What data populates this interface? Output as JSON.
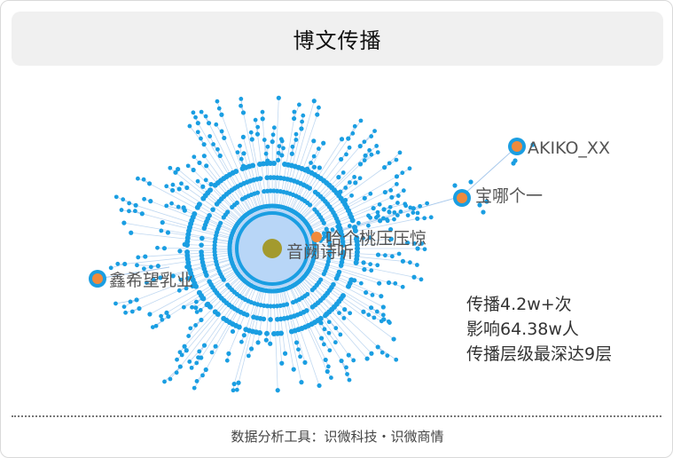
{
  "header": {
    "title": "博文传播"
  },
  "nodes": [
    {
      "id": "center",
      "label": "音阙诗听",
      "role": "origin"
    },
    {
      "id": "mid",
      "label": "哈个桃压压惊",
      "role": "repost"
    },
    {
      "id": "right1",
      "label": "宝哪个一",
      "role": "repost"
    },
    {
      "id": "right2",
      "label": "AKIKO_XX",
      "role": "repost"
    },
    {
      "id": "left",
      "label": "鑫希望乳业",
      "role": "repost"
    }
  ],
  "stats": {
    "line1": "传播4.2w+次",
    "line2": "影响64.38w人",
    "line3": "传播层级最深达9层"
  },
  "footer": {
    "text": "数据分析工具：识微科技・识微商情"
  },
  "colors": {
    "node": "#1a9ee2",
    "edge": "#a8c9ec",
    "center_halo": "#b8d6f7",
    "origin": "#a39a2e",
    "hub": "#f08a3c"
  }
}
